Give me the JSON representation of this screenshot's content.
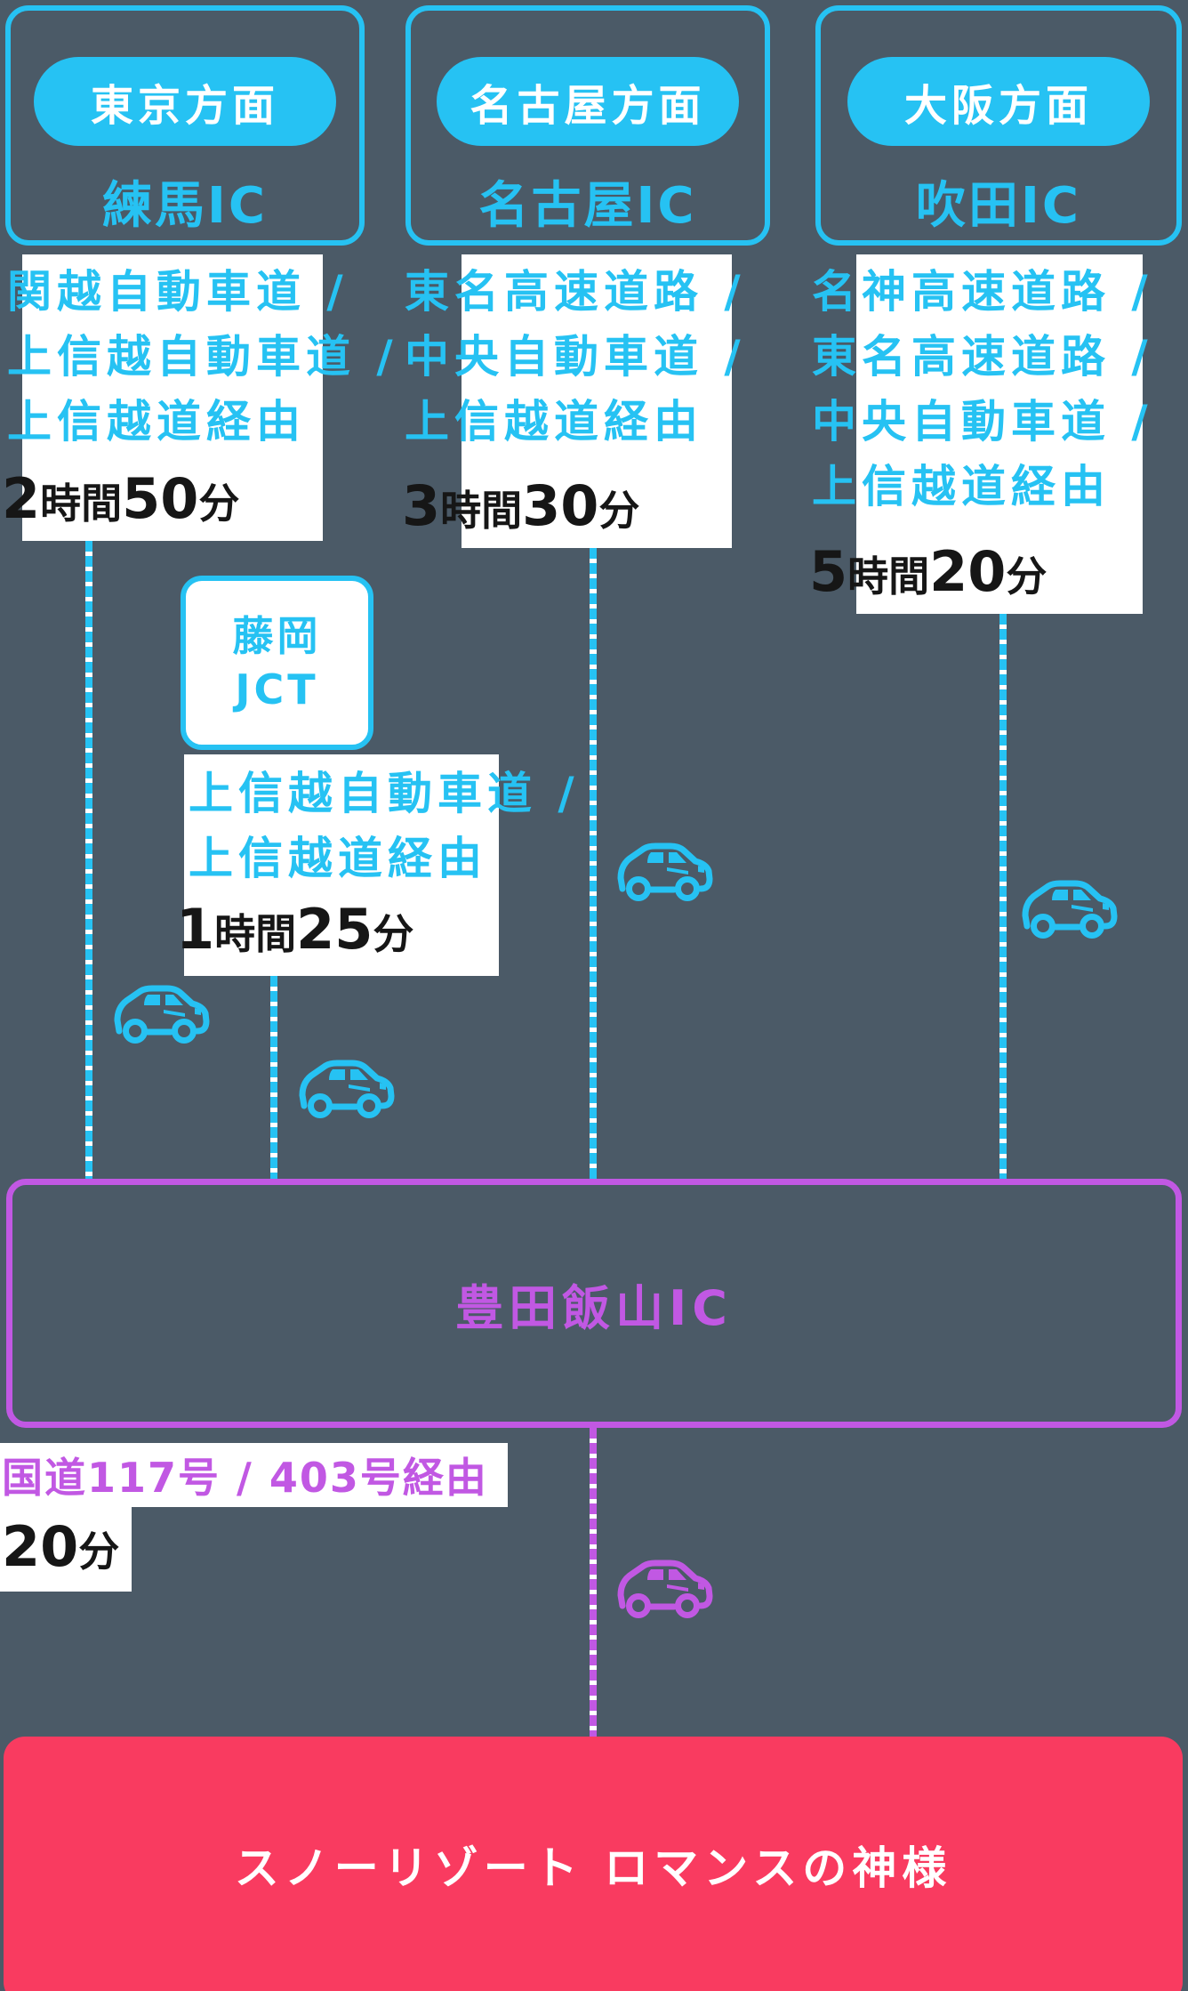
{
  "colors": {
    "background": "#4b5a67",
    "cyan": "#26c2f3",
    "magenta": "#c158e3",
    "pink": "#f93b60",
    "ink": "#161616",
    "white": "#ffffff"
  },
  "origins": [
    {
      "direction": "東京方面",
      "ic": "練馬IC",
      "via": [
        "関越自動車道 /",
        "上信越自動車道 /",
        "上信越道経由"
      ],
      "time": {
        "hours": "2",
        "hours_unit": "時間",
        "minutes": "50",
        "minutes_unit": "分"
      }
    },
    {
      "direction": "名古屋方面",
      "ic": "名古屋IC",
      "via": [
        "東名高速道路 /",
        "中央自動車道 /",
        "上信越道経由"
      ],
      "time": {
        "hours": "3",
        "hours_unit": "時間",
        "minutes": "30",
        "minutes_unit": "分"
      }
    },
    {
      "direction": "大阪方面",
      "ic": "吹田IC",
      "via": [
        "名神高速道路 /",
        "東名高速道路 /",
        "中央自動車道 /",
        "上信越道経由"
      ],
      "time": {
        "hours": "5",
        "hours_unit": "時間",
        "minutes": "20",
        "minutes_unit": "分"
      }
    }
  ],
  "junction": {
    "name_line1": "藤岡",
    "name_line2": "JCT",
    "via": [
      "上信越自動車道 /",
      "上信越道経由"
    ],
    "time": {
      "hours": "1",
      "hours_unit": "時間",
      "minutes": "25",
      "minutes_unit": "分"
    }
  },
  "hub_ic": "豊田飯山IC",
  "local_route": {
    "via": "国道117号 / 403号経由",
    "time": {
      "minutes": "20",
      "minutes_unit": "分"
    }
  },
  "destination": "スノーリゾート ロマンスの神様"
}
